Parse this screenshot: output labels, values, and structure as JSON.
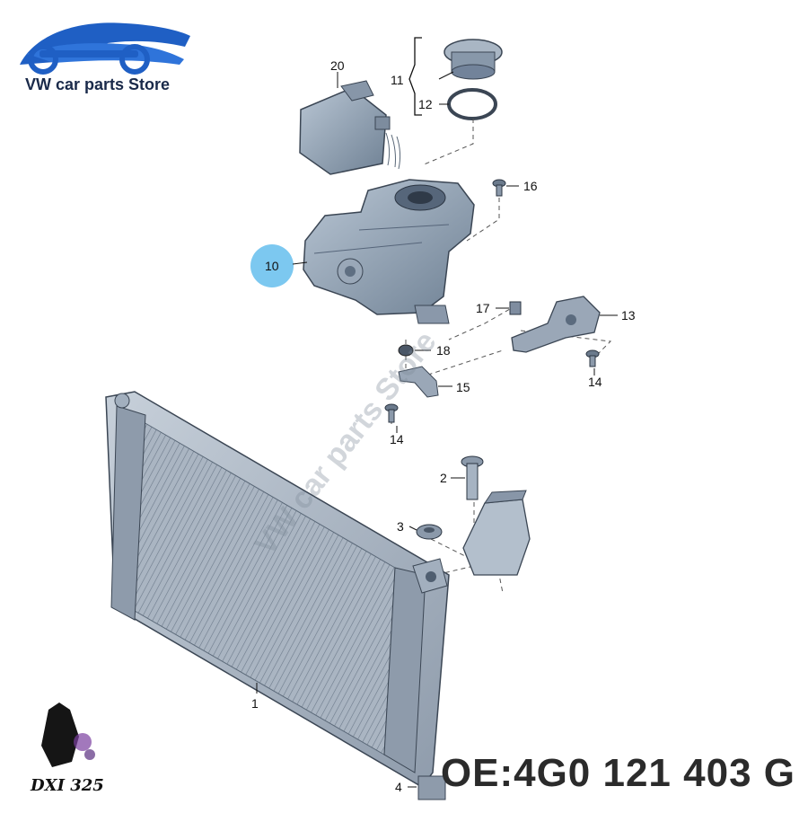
{
  "header": {
    "store_name": "VW car parts Store",
    "logo_icon": "car-wrench-logo-icon",
    "brand_color": "#1f5fc4"
  },
  "watermark": {
    "text": "VW car parts Store"
  },
  "signature": {
    "text": "DXI 325"
  },
  "part_number": {
    "text": "OE:4G0 121 403 G"
  },
  "highlight": {
    "callout": "10",
    "color": "#7cc8f0"
  },
  "callouts": {
    "c1": "1",
    "c2": "2",
    "c3": "3",
    "c4": "4",
    "c10": "10",
    "c11": "11",
    "c12": "12",
    "c13": "13",
    "c14a": "14",
    "c14b": "14",
    "c15": "15",
    "c16": "16",
    "c17": "17",
    "c18": "18",
    "c20": "20"
  }
}
